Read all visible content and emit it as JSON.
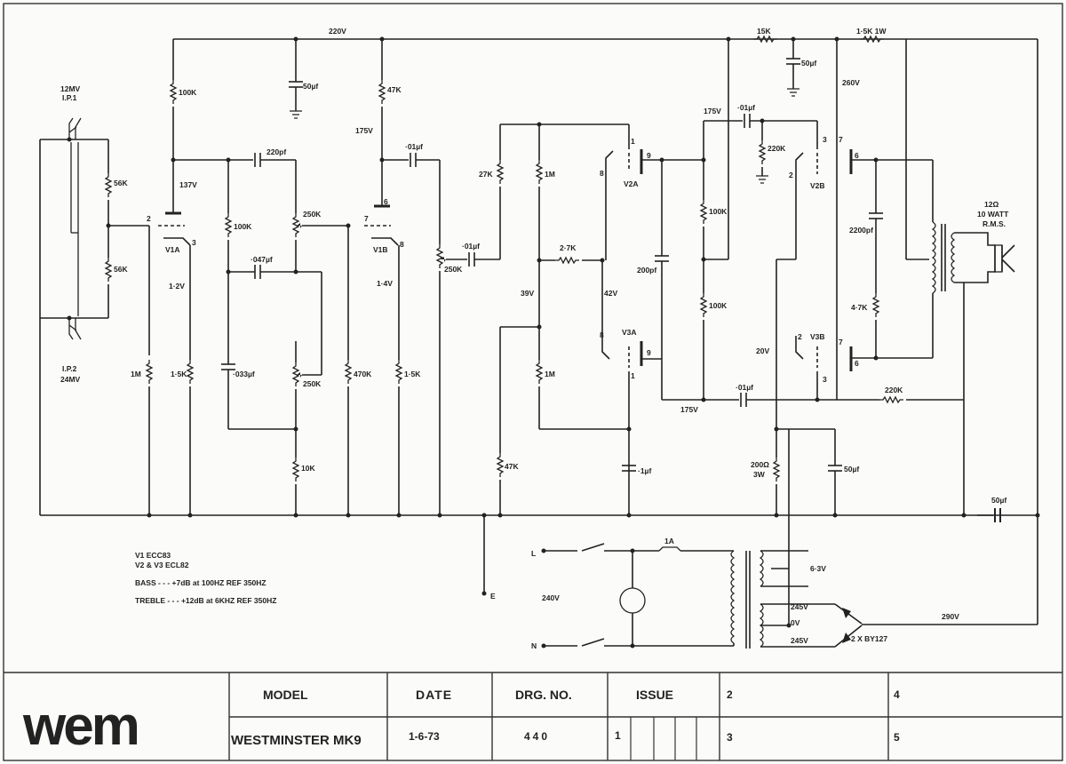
{
  "title_block": {
    "logo": "wem",
    "model_header": "MODEL",
    "date_header": "DATE",
    "drg_header": "DRG. NO.",
    "issue_header": "ISSUE",
    "model": "WESTMINSTER MK9",
    "date": "1-6-73",
    "drg_no": "440",
    "issue_1": "1",
    "issue_2": "2",
    "issue_3": "3",
    "issue_4": "4",
    "issue_5": "5"
  },
  "notes": {
    "tubes_1": "V1   ECC83",
    "tubes_2": "V2 & V3  ECL82",
    "bass": "BASS - - - +7dB at 100HZ   REF 350HZ",
    "treble": "TREBLE - - - +12dB at 6KHZ  REF 350HZ"
  },
  "labels": {
    "in1_level": "12MV",
    "in1_name": "I.P.1",
    "in2_name": "I.P.2",
    "in2_level": "24MV",
    "r56k_a": "56K",
    "r56k_b": "56K",
    "r1m_grid": "1M",
    "r100k_plate1": "100K",
    "v137": "137V",
    "pin2": "2",
    "pin3": "3",
    "v1a": "V1A",
    "v12": "1·2V",
    "r1k5_a": "1·5K",
    "c220p": "220pf",
    "r100k_b": "100K",
    "c047": "·047µf",
    "c033": "·033µf",
    "pot250k_a": "250K",
    "pot250k_b": "250K",
    "r10k": "10K",
    "v220": "220V",
    "c50_a": "50µf",
    "r47k_a": "47K",
    "v175_a": "175V",
    "pin6": "6",
    "pin7": "7",
    "pin8": "8",
    "v1b": "V1B",
    "v14": "1·4V",
    "r470k": "470K",
    "r1k5_b": "1·5K",
    "c01_a": "·01µf",
    "pot250k_c": "250K",
    "c01_b": "·01µf",
    "r27k": "27K",
    "r1m_a": "1M",
    "r2k7": "2·7K",
    "v39": "39V",
    "v42": "42V",
    "r1m_b": "1M",
    "r47k_b": "47K",
    "c1uf": "·1µf",
    "v2a": "V2A",
    "v3a": "V3A",
    "pin1a": "1",
    "pin9a": "9",
    "pin8a": "8",
    "pin8b": "8",
    "pin9b": "9",
    "pin1b": "1",
    "c200p": "200pf",
    "r100k_c": "100K",
    "r100k_d": "100K",
    "v175_b": "175V",
    "c01_c": "·01µf",
    "r220k_a": "220K",
    "r15k": "15K",
    "c50_b": "50µf",
    "r1k5_1w": "1·5K 1W",
    "v260": "260V",
    "v2b": "V2B",
    "v3b": "V3B",
    "pin3a": "3",
    "pin7a": "7",
    "pin2a": "2",
    "pin6a": "6",
    "pin2b": "2",
    "pin3b": "3",
    "pin7b": "7",
    "pin6b": "6",
    "c2200p": "2200pf",
    "r4k7": "4·7K",
    "v20": "20V",
    "c01_d": "·01µf",
    "v175_c": "175V",
    "r220k_b": "220K",
    "r200": "200Ω",
    "r200w": "3W",
    "c50_c": "50µf",
    "c50_d": "50µf",
    "spk_imp": "12Ω",
    "spk_watt": "10 WATT",
    "spk_rms": "R.M.S.",
    "mains_l": "L",
    "mains_n": "N",
    "mains_v": "240V",
    "fuse": "1A",
    "heater": "6·3V",
    "ht_a": "245V",
    "ht_0": "0V",
    "ht_b": "245V",
    "rect": "2 X BY127",
    "v290": "290V",
    "earth": "E"
  }
}
